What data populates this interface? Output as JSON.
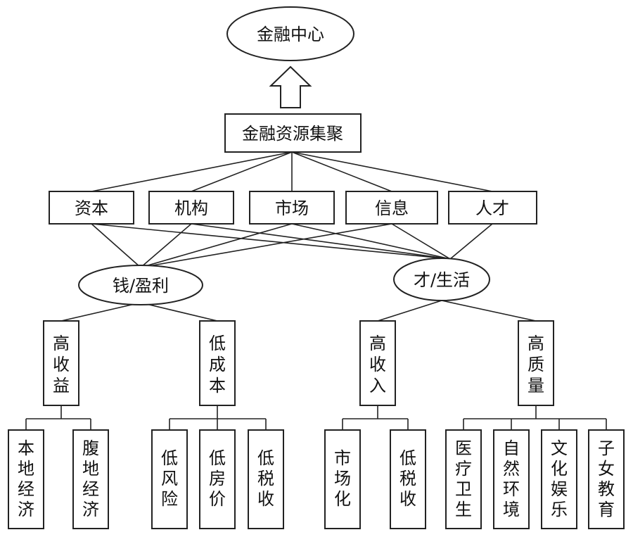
{
  "diagram": {
    "top": "金融中心",
    "aggregate": "金融资源集聚",
    "elements": [
      "资本",
      "机构",
      "市场",
      "信息",
      "人才"
    ],
    "drivers": {
      "left": "钱/盈利",
      "right": "才/生活"
    },
    "factors": {
      "high_return": "高收益",
      "low_cost": "低成本",
      "high_income": "高收入",
      "high_quality": "高质量"
    },
    "sub_factors": {
      "high_return": [
        "本地经济",
        "腹地经济"
      ],
      "low_cost": [
        "低风险",
        "低房价",
        "低税收"
      ],
      "high_income": [
        "市场化",
        "低税收"
      ],
      "high_quality": [
        "医疗卫生",
        "自然环境",
        "文化娱乐",
        "子女教育"
      ]
    }
  }
}
